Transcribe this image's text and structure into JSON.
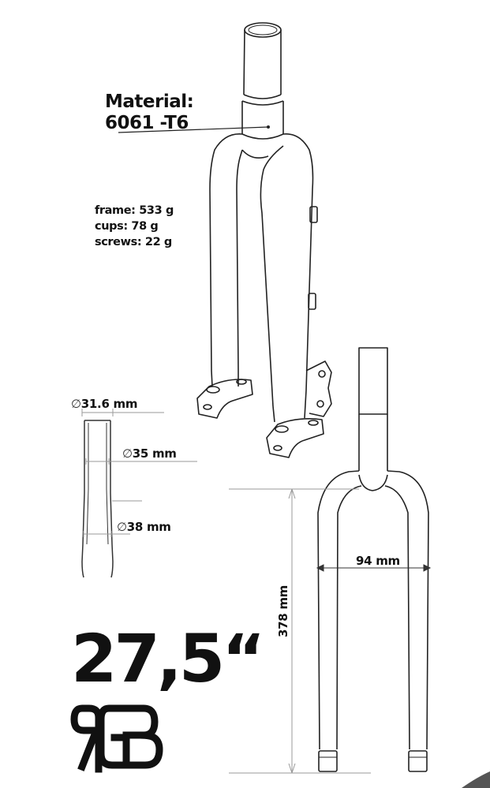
{
  "material": {
    "heading": "Material:",
    "value": "6061 -T6"
  },
  "weights": {
    "frame": "frame: 533 g",
    "cups": "cups: 78 g",
    "screws": "screws: 22 g"
  },
  "dimensions": {
    "outer_diameter": "31.6 mm",
    "middle_diameter": "35 mm",
    "lower_diameter": "38 mm",
    "leg_spacing": "94 mm",
    "height": "378 mm"
  },
  "diameter_symbol": "∅",
  "wheel_size": "27,5“",
  "logo_text": "RGB",
  "colors": {
    "ink": "#111111",
    "dim_line": "#9a9a9a",
    "background": "#ffffff"
  }
}
